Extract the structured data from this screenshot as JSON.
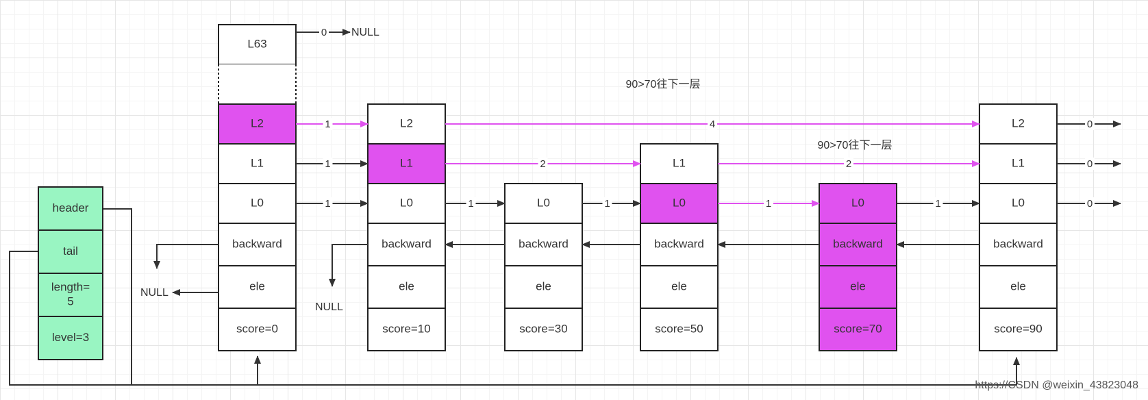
{
  "colors": {
    "highlight": "#e052ef",
    "header_box": "#99f5c2",
    "stroke": "#222222",
    "arrow_gray": "#333333",
    "arrow_pink": "#e052ef",
    "cell_bg": "#ffffff"
  },
  "header_struct": {
    "fields": [
      "header",
      "tail",
      "length=\n5",
      "level=3"
    ]
  },
  "nodes": [
    {
      "id": "head",
      "levels": [
        {
          "label": "L63",
          "highlight": false
        },
        {
          "label": "",
          "dotted": true
        },
        {
          "label": "L2",
          "highlight": true
        },
        {
          "label": "L1",
          "highlight": false
        },
        {
          "label": "L0",
          "highlight": false
        }
      ],
      "backward": "backward",
      "ele": "ele",
      "score": "score=0",
      "highlight_lower": false
    },
    {
      "id": "n10",
      "levels": [
        {
          "label": "L2",
          "highlight": false
        },
        {
          "label": "L1",
          "highlight": true
        },
        {
          "label": "L0",
          "highlight": false
        }
      ],
      "backward": "backward",
      "ele": "ele",
      "score": "score=10",
      "highlight_lower": false
    },
    {
      "id": "n30",
      "levels": [
        {
          "label": "L0",
          "highlight": false
        }
      ],
      "backward": "backward",
      "ele": "ele",
      "score": "score=30",
      "highlight_lower": false
    },
    {
      "id": "n50",
      "levels": [
        {
          "label": "L1",
          "highlight": false
        },
        {
          "label": "L0",
          "highlight": true
        }
      ],
      "backward": "backward",
      "ele": "ele",
      "score": "score=50",
      "highlight_lower": false
    },
    {
      "id": "n70",
      "levels": [
        {
          "label": "L0",
          "highlight": true
        }
      ],
      "backward": "backward",
      "ele": "ele",
      "score": "score=70",
      "highlight_lower": true
    },
    {
      "id": "n90",
      "levels": [
        {
          "label": "L2",
          "highlight": false
        },
        {
          "label": "L1",
          "highlight": false
        },
        {
          "label": "L0",
          "highlight": false
        }
      ],
      "backward": "backward",
      "ele": "ele",
      "score": "score=90",
      "highlight_lower": false
    }
  ],
  "edges": [
    {
      "from": "head",
      "to": "n10",
      "level": "L2",
      "span": "1",
      "pink": true
    },
    {
      "from": "n10",
      "to": "n90",
      "level": "L2",
      "span": "4",
      "pink": true
    },
    {
      "from": "n90",
      "to": "end",
      "level": "L2",
      "span": "0",
      "pink": false
    },
    {
      "from": "head",
      "to": "n10",
      "level": "L1",
      "span": "1",
      "pink": false
    },
    {
      "from": "n10",
      "to": "n50",
      "level": "L1",
      "span": "2",
      "pink": true
    },
    {
      "from": "n50",
      "to": "n90",
      "level": "L1",
      "span": "2",
      "pink": true
    },
    {
      "from": "n90",
      "to": "end",
      "level": "L1",
      "span": "0",
      "pink": false
    },
    {
      "from": "head",
      "to": "n10",
      "level": "L0",
      "span": "1",
      "pink": false
    },
    {
      "from": "n10",
      "to": "n30",
      "level": "L0",
      "span": "1",
      "pink": false
    },
    {
      "from": "n30",
      "to": "n50",
      "level": "L0",
      "span": "1",
      "pink": false
    },
    {
      "from": "n50",
      "to": "n70",
      "level": "L0",
      "span": "1",
      "pink": true
    },
    {
      "from": "n70",
      "to": "n90",
      "level": "L0",
      "span": "1",
      "pink": false
    },
    {
      "from": "n90",
      "to": "end",
      "level": "L0",
      "span": "0",
      "pink": false
    },
    {
      "from": "head",
      "to": "null",
      "level": "L63",
      "span": "0",
      "pink": false
    }
  ],
  "labels": {
    "null_l63": "NULL",
    "null_head_back": "NULL",
    "null_n10_back": "NULL"
  },
  "notes": [
    "90>70往下一层",
    "90>70往下一层"
  ],
  "watermark": "https://CSDN @weixin_43823048"
}
